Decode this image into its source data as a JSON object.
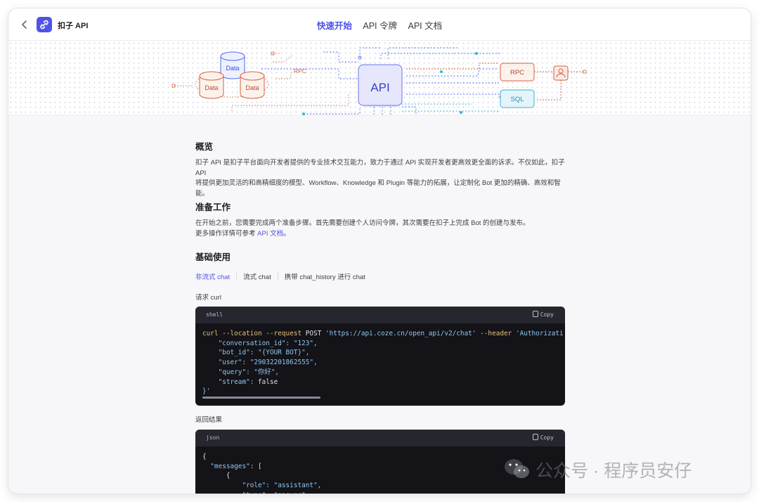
{
  "header": {
    "app_name": "扣子 API",
    "tabs": [
      {
        "label": "快速开始",
        "active": true
      },
      {
        "label": "API 令牌",
        "active": false
      },
      {
        "label": "API 文档",
        "active": false
      }
    ]
  },
  "hero": {
    "labels": {
      "data_top": "Data",
      "data_left": "Data",
      "data_right": "Data",
      "rpc_arrow": "RPC",
      "api": "API",
      "rpc_box": "RPC",
      "sql_box": "SQL"
    },
    "colors": {
      "accent": "#4d53e8",
      "rpc": "#d5603f",
      "sql": "#3aaed0",
      "api_fill": "#e6e7fd"
    }
  },
  "sections": {
    "overview": {
      "title": "概览",
      "lines": [
        "扣子 API 是扣子平台面向开发者提供的专业技术交互能力，致力于通过 API 实现开发者更高效更全面的诉求。不仅如此，扣子 API",
        "将提供更加灵活的和高精细度的模型、Workflow、Knowledge 和 Plugin 等能力的拓展，让定制化 Bot 更加的精确、高效和智",
        "能。"
      ]
    },
    "prepare": {
      "title": "准备工作",
      "line1": "在开始之前，您需要完成两个准备步骤。首先需要创建个人访问令牌，其次需要在扣子上完成 Bot 的创建与发布。",
      "line2_prefix": "更多操作详情可参考 ",
      "line2_link": "API 文档",
      "line2_suffix": "。"
    },
    "basic": {
      "title": "基础使用",
      "tabs": [
        {
          "label": "非流式 chat",
          "active": true
        },
        {
          "label": "流式 chat",
          "active": false
        },
        {
          "label": "携带 chat_history 进行 chat",
          "active": false
        }
      ],
      "request_label": "请求 curl",
      "response_label": "返回结果"
    }
  },
  "code_request": {
    "lang": "shell",
    "copy_label": "Copy",
    "lines": [
      [
        [
          "curl ",
          "kw"
        ],
        [
          "--location ",
          "kw"
        ],
        [
          "--request ",
          "kw"
        ],
        [
          "POST ",
          "pl"
        ],
        [
          "'https://api.coze.cn/open_api/v2/chat' ",
          "str"
        ],
        [
          "--header ",
          "kw"
        ],
        [
          "'Authorizati",
          "str"
        ]
      ],
      [
        [
          "    \"conversation_id\": \"123\",",
          "key"
        ]
      ],
      [
        [
          "    \"bot_id\": \"{YOUR BOT}\",",
          "key"
        ]
      ],
      [
        [
          "    \"user\": \"29032201862555\",",
          "key"
        ]
      ],
      [
        [
          "    \"query\": \"你好\",",
          "key"
        ]
      ],
      [
        [
          "    \"stream\": ",
          "key"
        ],
        [
          "false",
          "pl"
        ]
      ],
      [
        [
          "}'",
          "str"
        ]
      ]
    ]
  },
  "code_response": {
    "lang": "json",
    "copy_label": "Copy",
    "lines": [
      [
        [
          "{",
          "pl"
        ]
      ],
      [
        [
          "  \"messages\": ",
          "key"
        ],
        [
          "[",
          "pl"
        ]
      ],
      [
        [
          "      {",
          "pl"
        ]
      ],
      [
        [
          "          \"role\": \"assistant\",",
          "key"
        ]
      ],
      [
        [
          "          \"type\": \"answer\",",
          "key"
        ]
      ]
    ]
  },
  "watermark": {
    "text": "公众号 · 程序员安仔"
  }
}
